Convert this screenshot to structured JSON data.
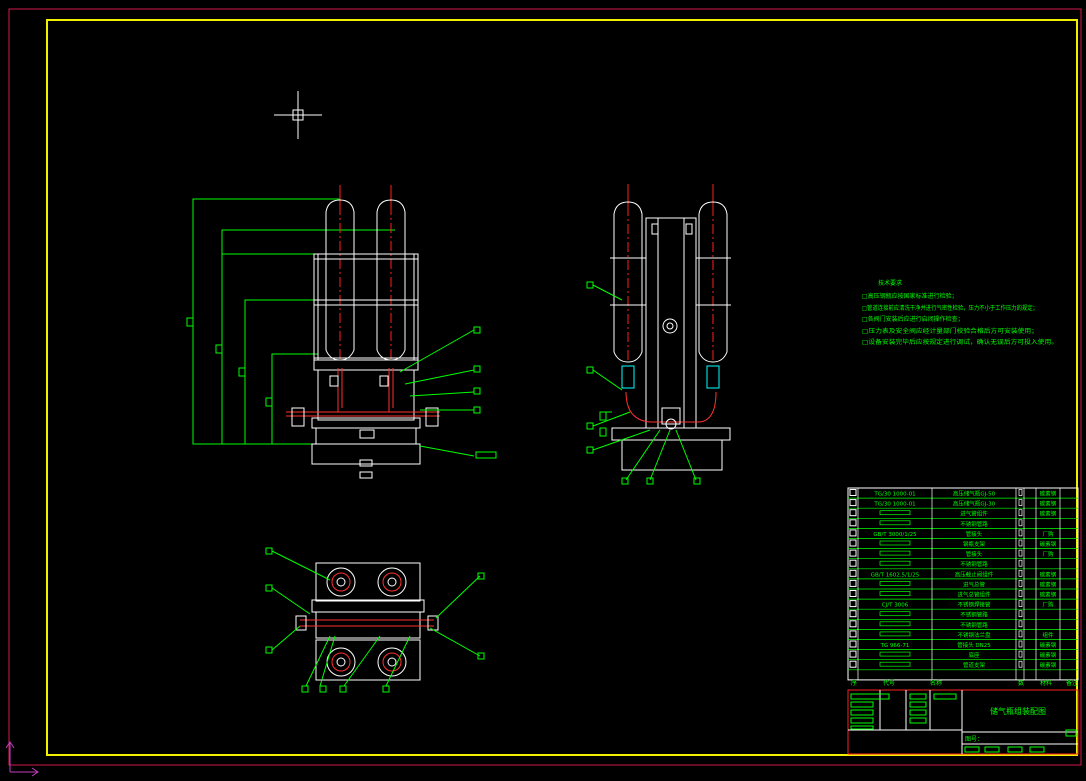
{
  "window": {
    "title": "CAD drawing – gas cylinder assembly"
  },
  "colors": {
    "background": "#000000",
    "outer_frame": "#d01a4a",
    "inner_frame": "#f0f000",
    "line": "#ffffff",
    "dimension": "#00ff00",
    "centerline": "#ff2020",
    "pipe": "#ff3030",
    "ucs": "#c040c0"
  },
  "tech_notes": {
    "title": "技术要求",
    "lines": [
      "□高压钢瓶应按国家标准进行检验；",
      "□管道连接前应清洗干净并进行气密性检验，压力不小于工作压力的规定；",
      "□各阀门安装后应进行启闭操作检查；",
      "□压力表及安全阀应经计量部门校验合格后方可安装使用；",
      "□设备安装完毕后应按规定进行调试，确认无误后方可投入使用。"
    ]
  },
  "parts_list": {
    "rows": [
      {
        "code": "TG/30 1000-01",
        "name": "高压储气瓶GJ-50",
        "material": "碳素钢"
      },
      {
        "code": "TG/30 1000-01",
        "name": "高压储气瓶GJ-30",
        "material": "碳素钢"
      },
      {
        "code": "",
        "name": "进气管组件",
        "material": "碳素钢"
      },
      {
        "code": "",
        "name": "不锈钢管路",
        "material": ""
      },
      {
        "code": "GB/T 3000/1/25",
        "name": "管接头",
        "material": "厂购"
      },
      {
        "code": "",
        "name": "钢瓶支架",
        "material": "碳素钢"
      },
      {
        "code": "",
        "name": "管接头",
        "material": "厂购"
      },
      {
        "code": "",
        "name": "不锈钢管路",
        "material": ""
      },
      {
        "code": "GB/T 1602.5/1/25",
        "name": "高压截止阀组件",
        "material": "碳素钢"
      },
      {
        "code": "",
        "name": "进气总管",
        "material": "碳素钢"
      },
      {
        "code": "",
        "name": "进气总管组件",
        "material": "碳素钢"
      },
      {
        "code": "CJ/T 3006",
        "name": "不锈钢焊接管",
        "material": "厂购"
      },
      {
        "code": "",
        "name": "不锈钢管路",
        "material": ""
      },
      {
        "code": "",
        "name": "不锈钢管路",
        "material": ""
      },
      {
        "code": "",
        "name": "不锈钢法兰盘",
        "material": "组件"
      },
      {
        "code": "TG 966-71",
        "name": "管接头 DN25",
        "material": "碳素钢"
      },
      {
        "code": "",
        "name": "底座",
        "material": "碳素钢"
      },
      {
        "code": "",
        "name": "管道支架",
        "material": "碳素钢"
      }
    ],
    "header": {
      "no": "序",
      "code": "代号",
      "name": "名称",
      "qty": "数",
      "material": "材料",
      "remark": "备注"
    }
  },
  "title_block": {
    "drawing_title": "储气瓶组装配图",
    "drawing_no_label": "图号："
  }
}
